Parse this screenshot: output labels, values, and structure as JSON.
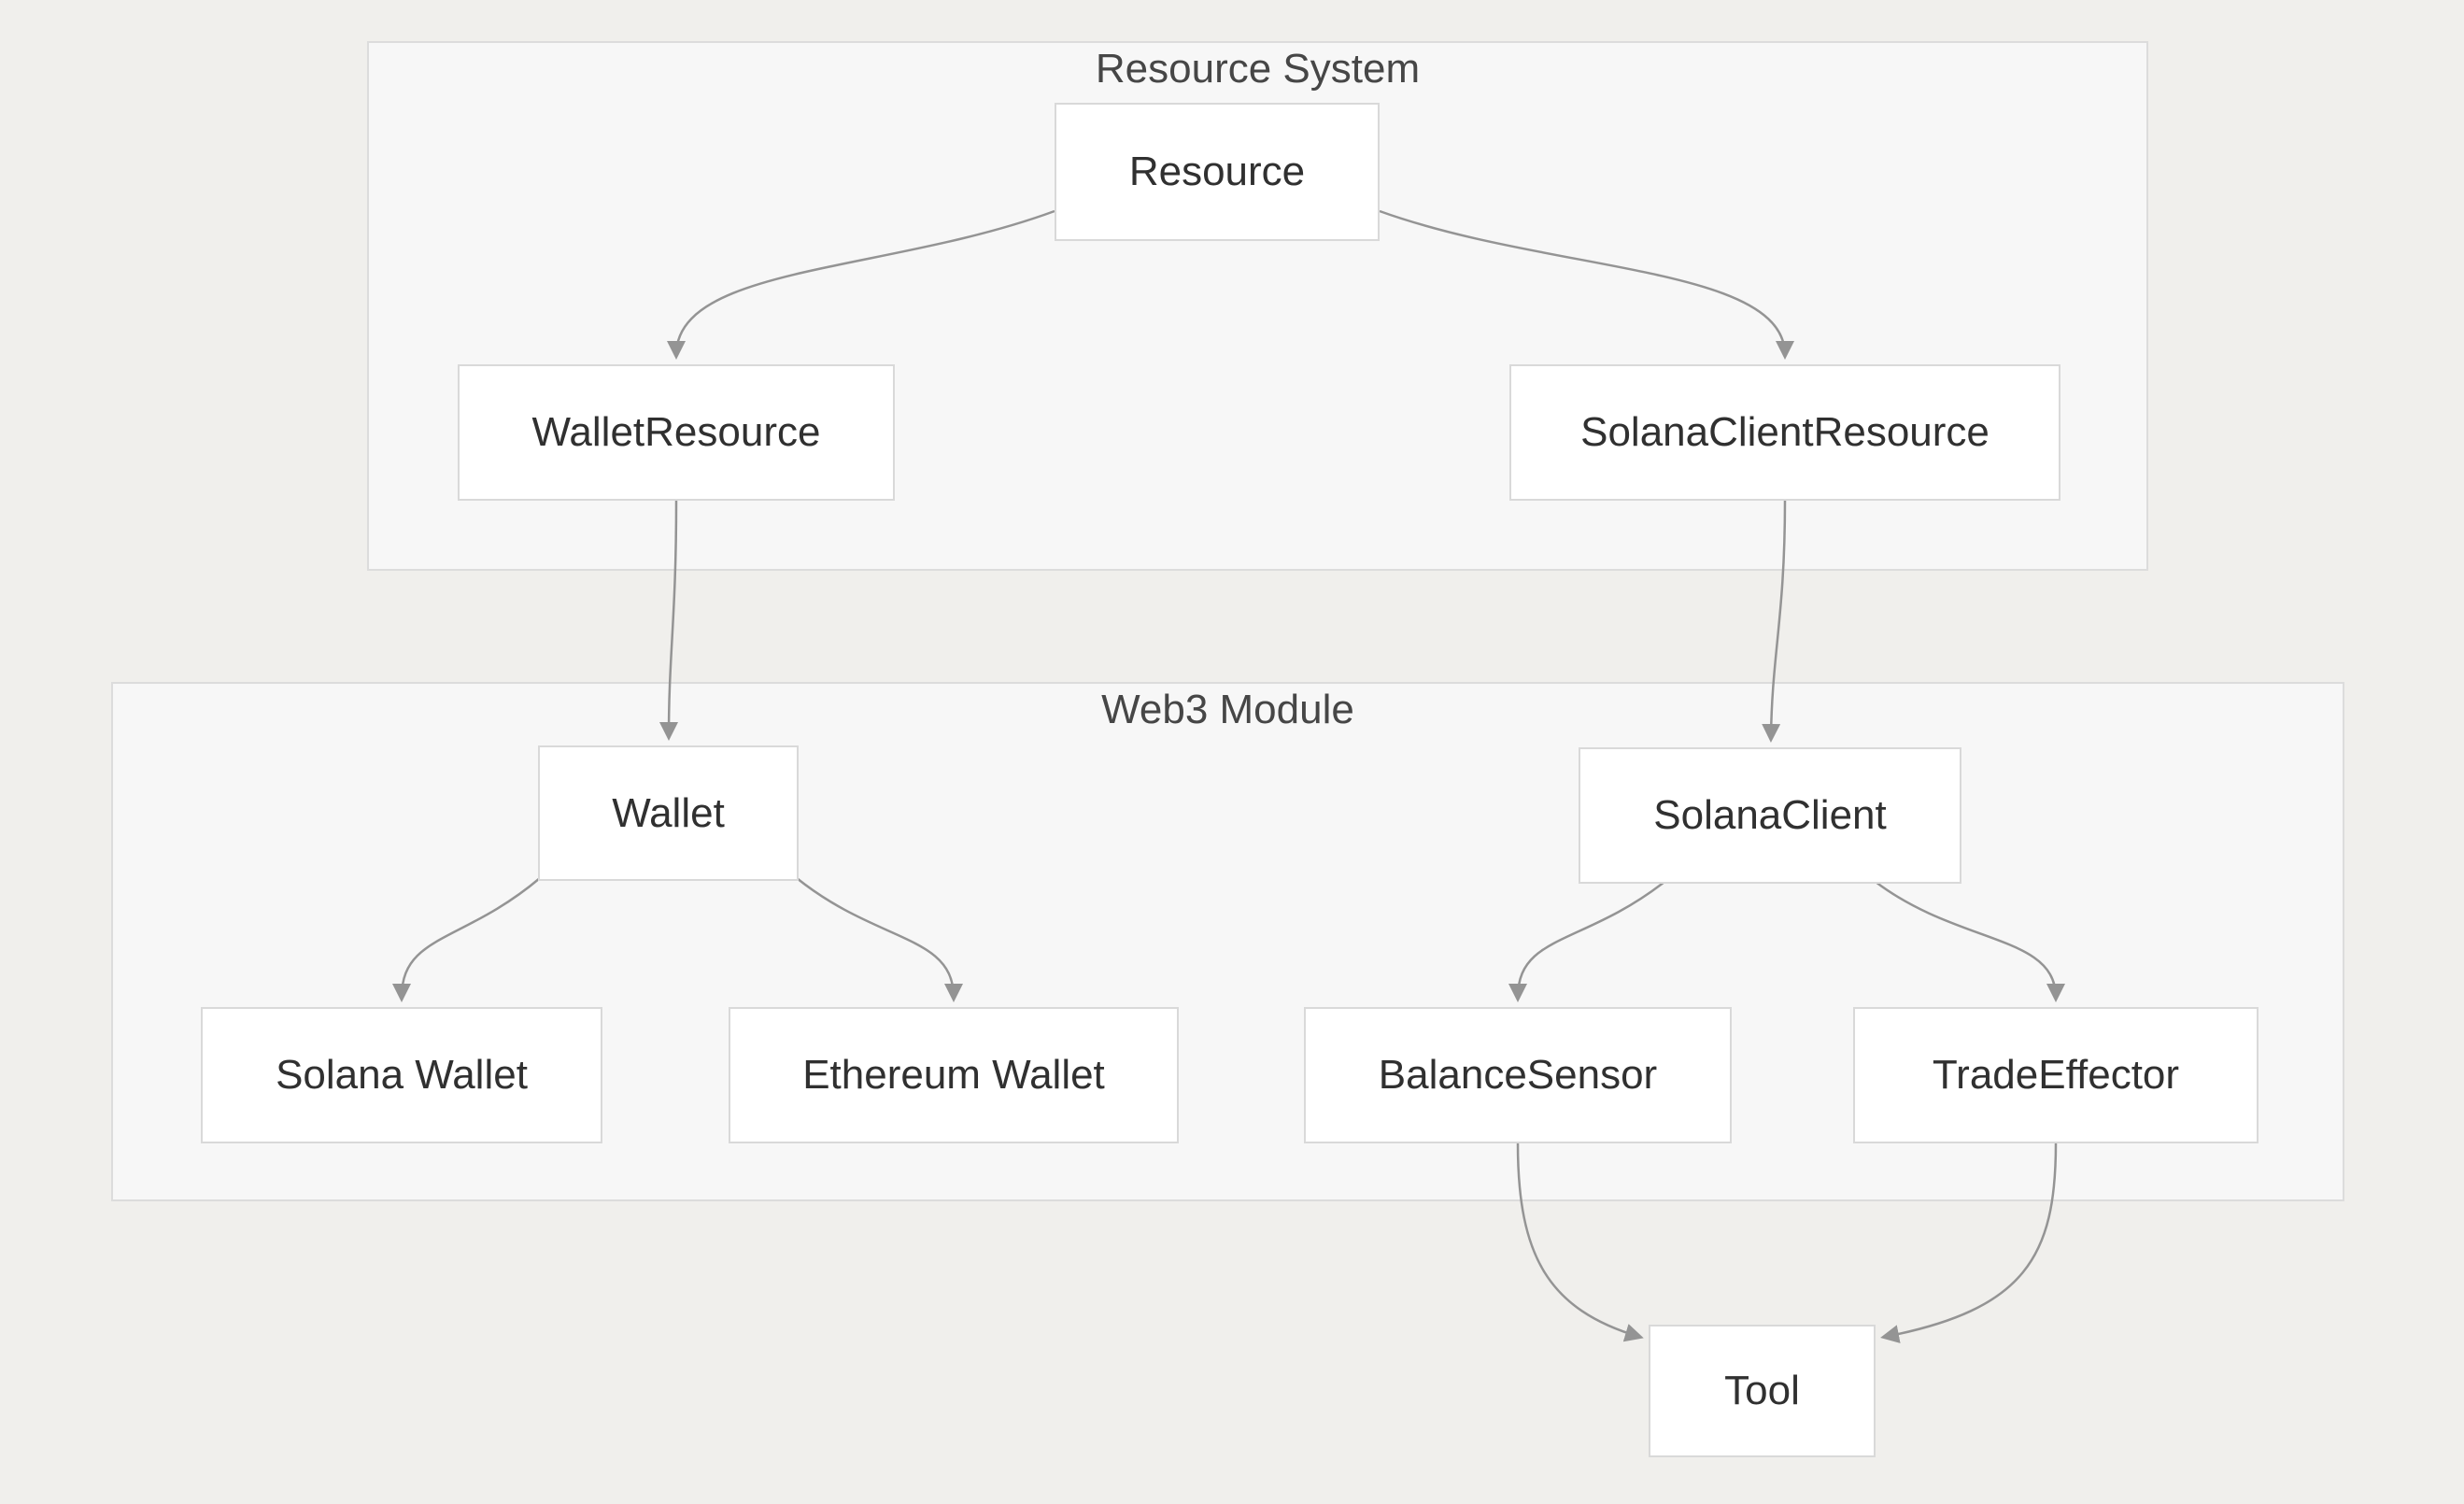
{
  "diagram": {
    "type": "flowchart",
    "direction": "top-down",
    "clusters": [
      {
        "id": "resource-system",
        "label": "Resource System"
      },
      {
        "id": "web3-module",
        "label": "Web3 Module"
      }
    ],
    "nodes": [
      {
        "id": "resource",
        "label": "Resource",
        "cluster": "resource-system"
      },
      {
        "id": "wallet-resource",
        "label": "WalletResource",
        "cluster": "resource-system"
      },
      {
        "id": "solana-client-resource",
        "label": "SolanaClientResource",
        "cluster": "resource-system"
      },
      {
        "id": "wallet",
        "label": "Wallet",
        "cluster": "web3-module"
      },
      {
        "id": "solana-client",
        "label": "SolanaClient",
        "cluster": "web3-module"
      },
      {
        "id": "solana-wallet",
        "label": "Solana Wallet",
        "cluster": "web3-module"
      },
      {
        "id": "ethereum-wallet",
        "label": "Ethereum Wallet",
        "cluster": "web3-module"
      },
      {
        "id": "balance-sensor",
        "label": "BalanceSensor",
        "cluster": "web3-module"
      },
      {
        "id": "trade-effector",
        "label": "TradeEffector",
        "cluster": "web3-module"
      },
      {
        "id": "tool",
        "label": "Tool",
        "cluster": null
      }
    ],
    "edges": [
      {
        "from": "Resource",
        "to": "WalletResource"
      },
      {
        "from": "Resource",
        "to": "SolanaClientResource"
      },
      {
        "from": "WalletResource",
        "to": "Wallet"
      },
      {
        "from": "SolanaClientResource",
        "to": "SolanaClient"
      },
      {
        "from": "Wallet",
        "to": "Solana Wallet"
      },
      {
        "from": "Wallet",
        "to": "Ethereum Wallet"
      },
      {
        "from": "SolanaClient",
        "to": "BalanceSensor"
      },
      {
        "from": "SolanaClient",
        "to": "TradeEffector"
      },
      {
        "from": "BalanceSensor",
        "to": "Tool"
      },
      {
        "from": "TradeEffector",
        "to": "Tool"
      }
    ],
    "colors": {
      "page_background": "#f0efec",
      "cluster_fill": "#f7f7f7",
      "cluster_border": "#dcdcdc",
      "node_fill": "#ffffff",
      "node_border": "#d9d9d9",
      "edge_stroke": "#949494",
      "node_text": "#303030",
      "cluster_title_text": "#464646"
    }
  }
}
